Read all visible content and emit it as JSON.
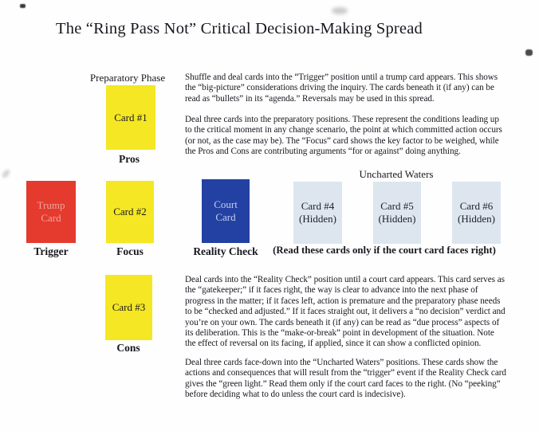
{
  "title": "The “Ring Pass Not” Critical Decision-Making Spread",
  "colors": {
    "trump_card": "#e53a2e",
    "preparatory_cards": "#f5e723",
    "court_card": "#2341a3",
    "hidden_cards": "#dde6ef",
    "text": "#17171f"
  },
  "diagram": {
    "preparatory_phase_label": "Preparatory Phase",
    "uncharted_waters_label": "Uncharted Waters",
    "read_note": "(Read these cards only if the court card faces right)",
    "cards": {
      "card1": {
        "label": "Card #1",
        "caption": "Pros"
      },
      "trump": {
        "line1": "Trump",
        "line2": "Card",
        "caption": "Trigger"
      },
      "card2": {
        "label": "Card #2",
        "caption": "Focus"
      },
      "court": {
        "line1": "Court",
        "line2": "Card",
        "caption": "Reality Check"
      },
      "card4": {
        "line1": "Card #4",
        "line2": "(Hidden)"
      },
      "card5": {
        "line1": "Card #5",
        "line2": "(Hidden)"
      },
      "card6": {
        "line1": "Card #6",
        "line2": "(Hidden)"
      },
      "card3": {
        "label": "Card #3",
        "caption": "Cons"
      }
    }
  },
  "paragraphs": {
    "p1": "Shuffle and deal cards into the “Trigger” position until a trump card appears. This shows\nthe “big-picture” considerations driving the inquiry. The cards beneath it (if any) can be\nread as “bullets” in its “agenda.” Reversals may be used in this spread.",
    "p2": "Deal three cards into the preparatory positions. These represent the conditions leading up\nto the critical moment in any change scenario, the point at which committed action occurs\n(or not, as the case may be). The “Focus” card shows the key factor to be weighed, while\nthe Pros and Cons are contributing arguments “for or against” doing anything.",
    "p3": "Deal cards into the “Reality Check” position until a court card appears. This card serves as\nthe “gatekeeper;” if it faces right, the way is clear to advance into the next phase of\nprogress in the matter; if it faces left, action is premature and the preparatory phase needs\nto be “checked and adjusted.” If it faces straight out, it delivers a “no decision” verdict and\nyou’re on your own. The cards beneath it (if any) can be read as “due process” aspects of\nits deliberation. This is the “make-or-break” point in development of the situation. Note\nthe effect of reversal on its facing, if applied, since it can show a conflicted opinion.",
    "p4": "Deal three cards face-down into the “Uncharted Waters” positions. These cards show the\nactions and consequences that will result from the “trigger” event if the Reality Check card\ngives the “green light.” Read them only if the court card faces to the right. (No “peeking”\nbefore deciding what to do unless the court card is indecisive)."
  }
}
